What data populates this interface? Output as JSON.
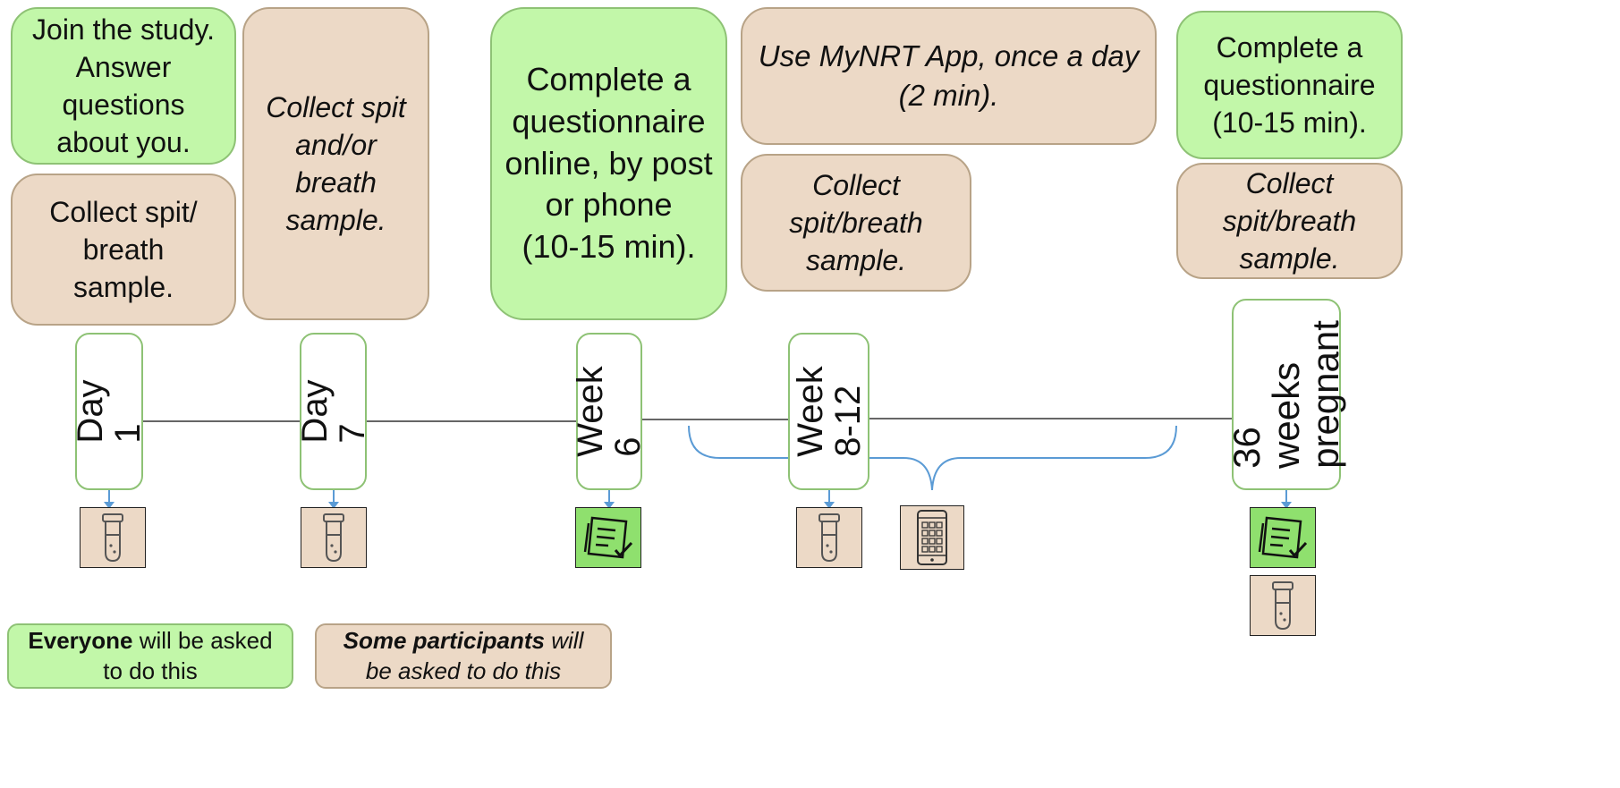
{
  "boxes": {
    "join_study": "Join the study.\nAnswer\nquestions\nabout you.",
    "day1_collect": "Collect spit/\nbreath\nsample.",
    "day7_collect": "Collect spit\nand/or\nbreath\nsample.",
    "week6_questionnaire": "Complete a\nquestionnaire\nonline, by post\nor phone\n(10-15 min).",
    "mynrt_app": "Use MyNRT App, once a day\n(2 min).",
    "week8_collect": "Collect\nspit/breath\nsample.",
    "week36_questionnaire": "Complete a\nquestionnaire\n(10-15 min).",
    "week36_collect": "Collect\nspit/breath\nsample."
  },
  "timeline": {
    "day1": "Day 1",
    "day7": "Day 7",
    "week6": "Week 6",
    "week8_12": "Week\n8-12",
    "week36": "36 weeks\npregnant"
  },
  "icons": {
    "day1": "test-tube-icon",
    "day7": "test-tube-icon",
    "week6": "questionnaire-icon",
    "week8_tube": "test-tube-icon",
    "week8_phone": "smartphone-app-icon",
    "week36_q": "questionnaire-icon",
    "week36_tube": "test-tube-icon"
  },
  "legend": {
    "everyone_bold": "Everyone",
    "everyone_rest": " will be asked",
    "everyone_line2": "to do this",
    "some_bold": "Some participants",
    "some_rest": " will",
    "some_line2": "be asked to do this"
  },
  "colors": {
    "everyone_fill": "#c2f7a9",
    "some_fill": "#ecd9c6",
    "arrow": "#5b9bd5",
    "brace": "#5b9bd5"
  }
}
